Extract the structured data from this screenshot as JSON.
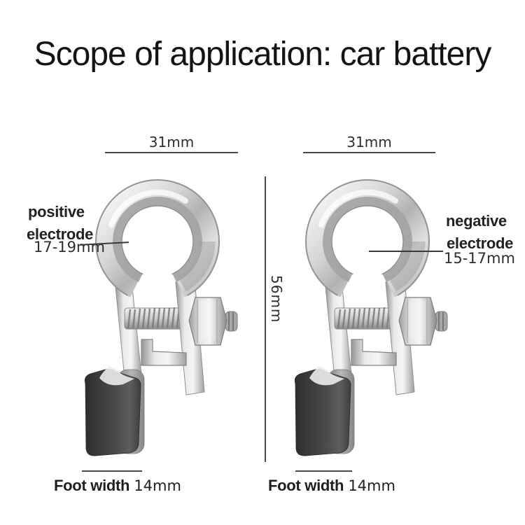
{
  "title": "Scope of application: car battery",
  "left": {
    "top_width": "31mm",
    "electrode_word1": "positive",
    "electrode_word2": "electrode",
    "electrode_size": "17-19mm",
    "foot_label": "Foot width",
    "foot_size": "14mm"
  },
  "right": {
    "top_width": "31mm",
    "electrode_word1": "negative",
    "electrode_word2": "electrode",
    "electrode_size": "15-17mm",
    "foot_label": "Foot width",
    "foot_size": "14mm"
  },
  "height": {
    "label": "56mm"
  },
  "colors": {
    "background": "#ffffff",
    "text": "#1a1a1a",
    "dimension_line": "#4a4a4a",
    "metal_light": "#e8e8e8",
    "metal_mid": "#b5b5b5",
    "foot_dark": "#3a3a3a"
  }
}
